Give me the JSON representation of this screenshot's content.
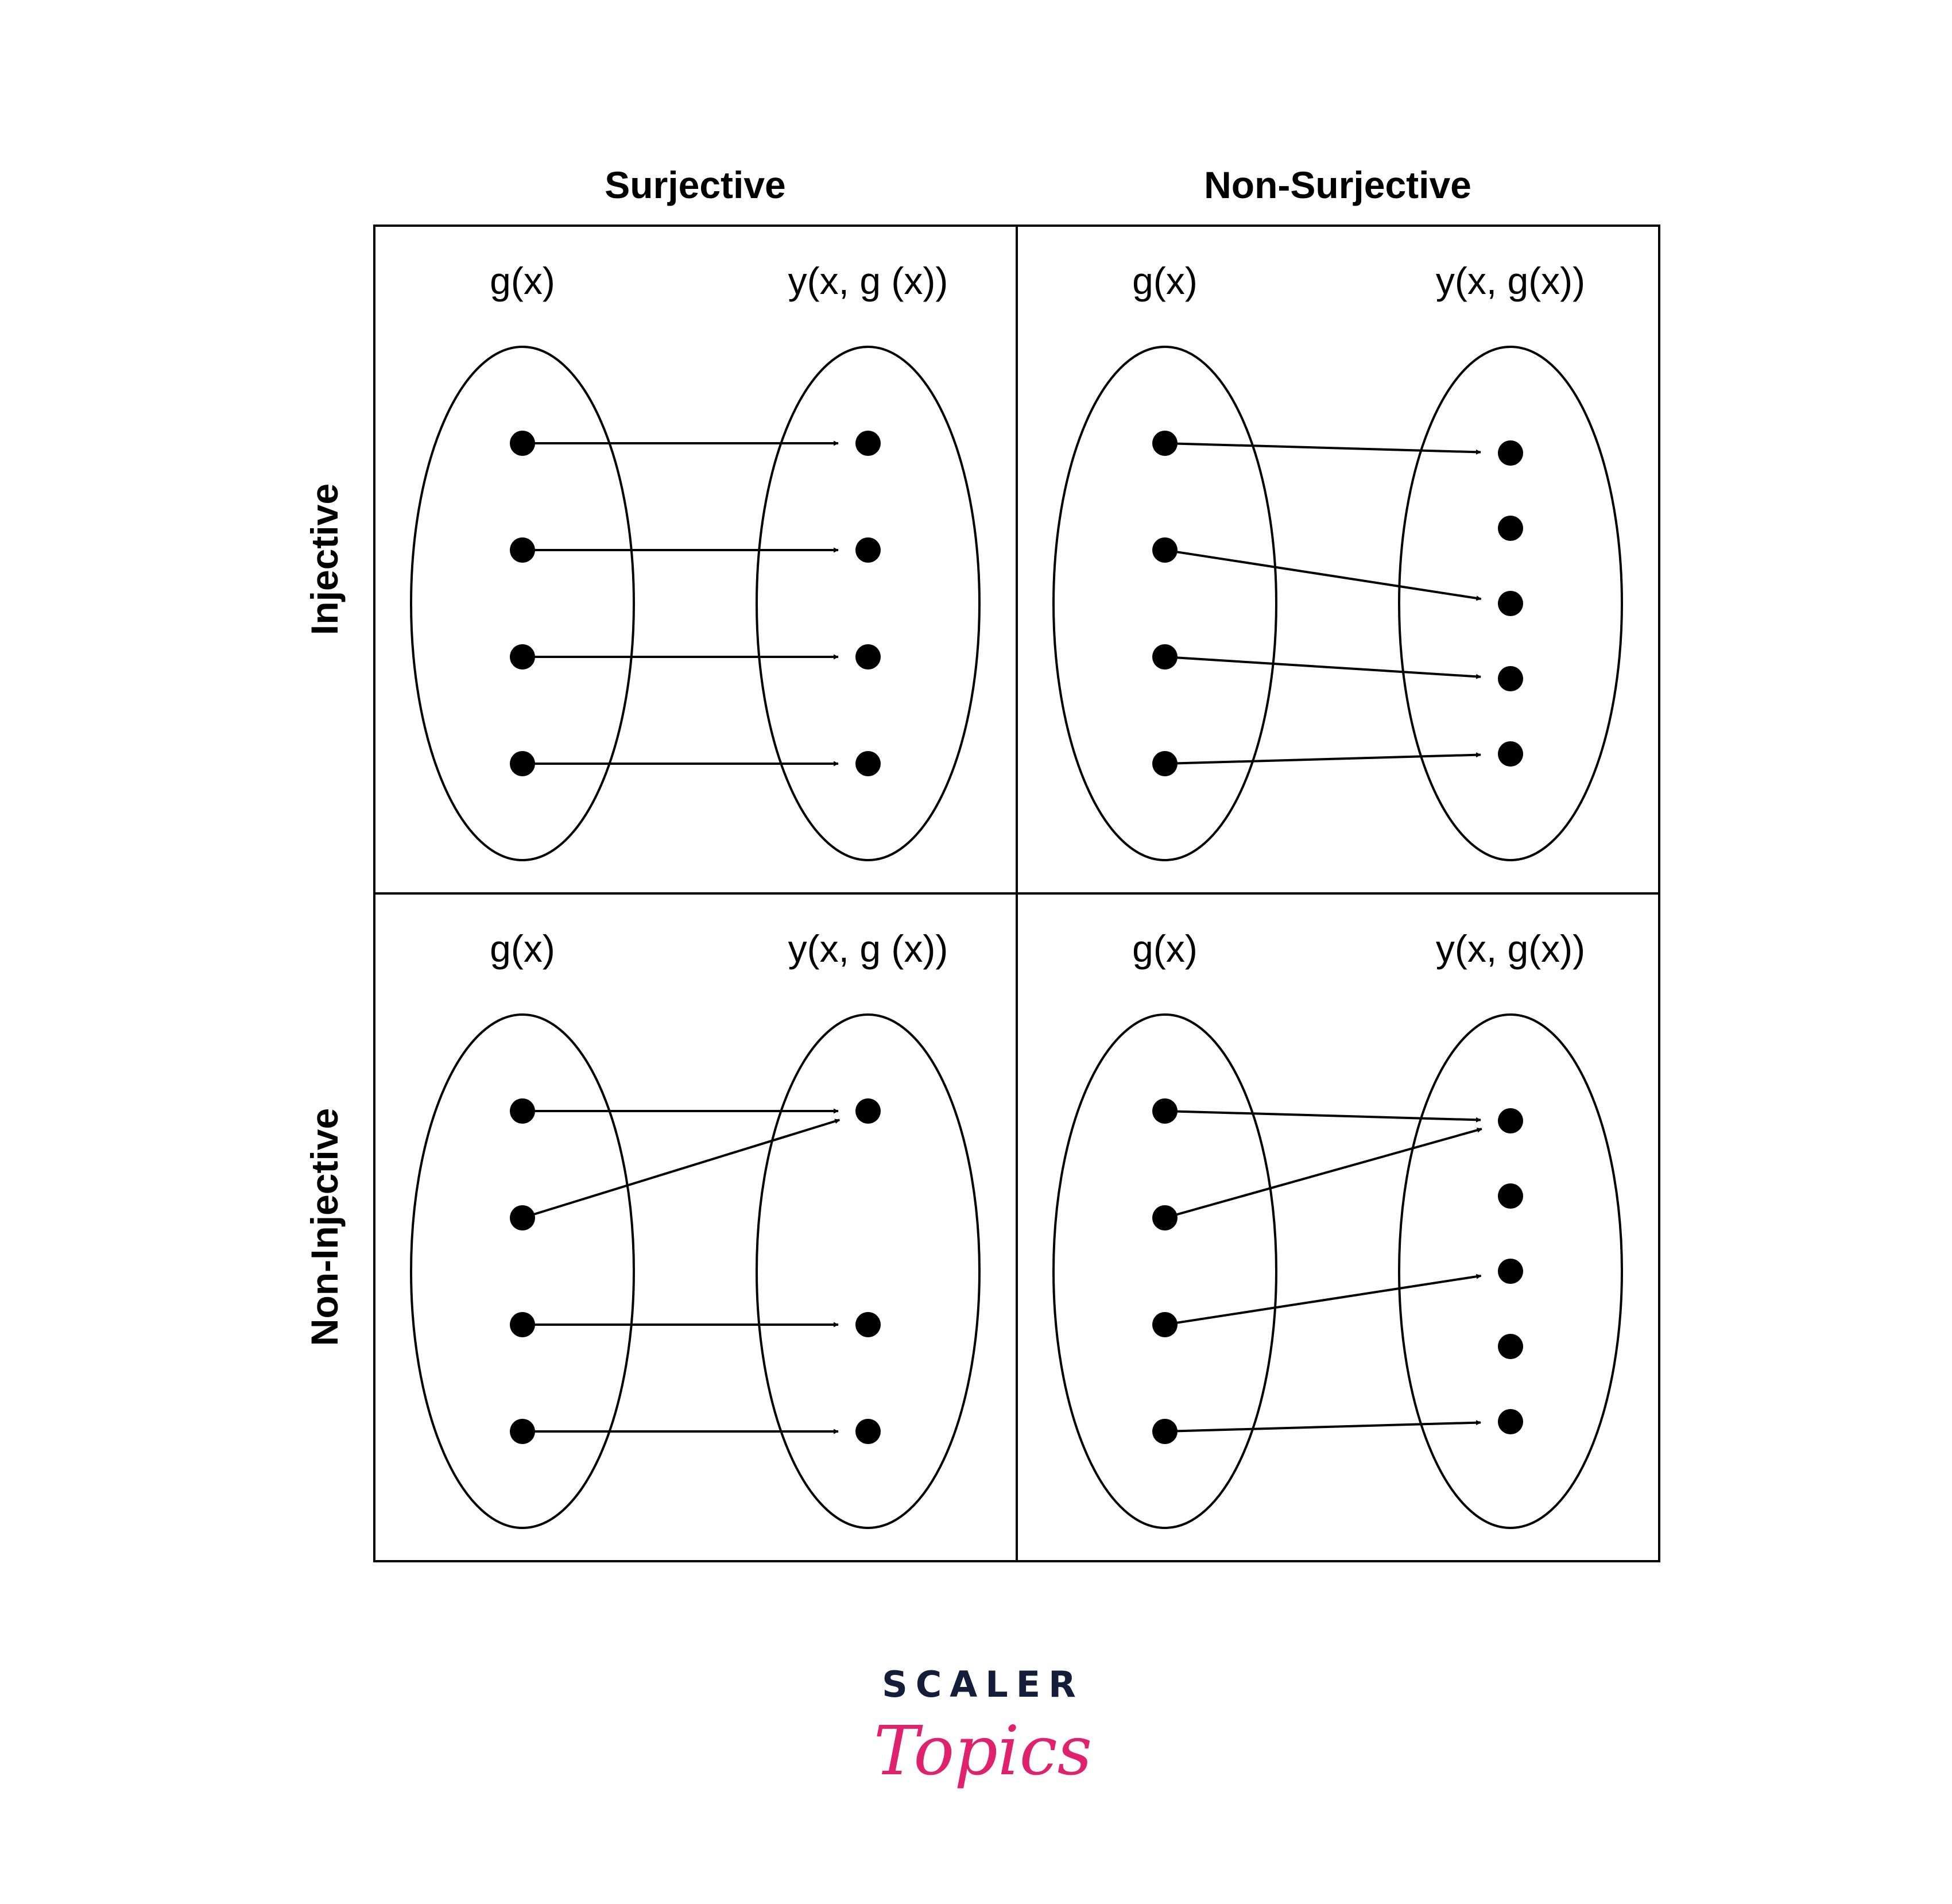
{
  "column_headers": [
    "Surjective",
    "Non-Surjective"
  ],
  "row_headers": [
    "Injective",
    "Non-Injective"
  ],
  "panels": [
    {
      "name": "injective-surjective",
      "domain_label": "g(x)",
      "codomain_label": "y(x, g (x))",
      "domain_count": 4,
      "codomain_count": 4,
      "mapping": [
        0,
        1,
        2,
        3
      ]
    },
    {
      "name": "injective-non-surjective",
      "domain_label": "g(x)",
      "codomain_label": "y(x, g(x))",
      "domain_count": 4,
      "codomain_count": 5,
      "mapping": [
        0,
        2,
        3,
        4
      ]
    },
    {
      "name": "non-injective-surjective",
      "domain_label": "g(x)",
      "codomain_label": "y(x, g (x))",
      "domain_count": 4,
      "codomain_count": 3,
      "mapping": [
        0,
        0,
        1,
        2
      ]
    },
    {
      "name": "non-injective-non-surjective",
      "domain_label": "g(x)",
      "codomain_label": "y(x, g(x))",
      "domain_count": 4,
      "codomain_count": 5,
      "mapping": [
        0,
        0,
        2,
        4
      ]
    }
  ],
  "logo": {
    "line1": "SCALER",
    "line2": "Topics",
    "colors": {
      "line1": "#141e3a",
      "line2": "#e0226e"
    }
  }
}
